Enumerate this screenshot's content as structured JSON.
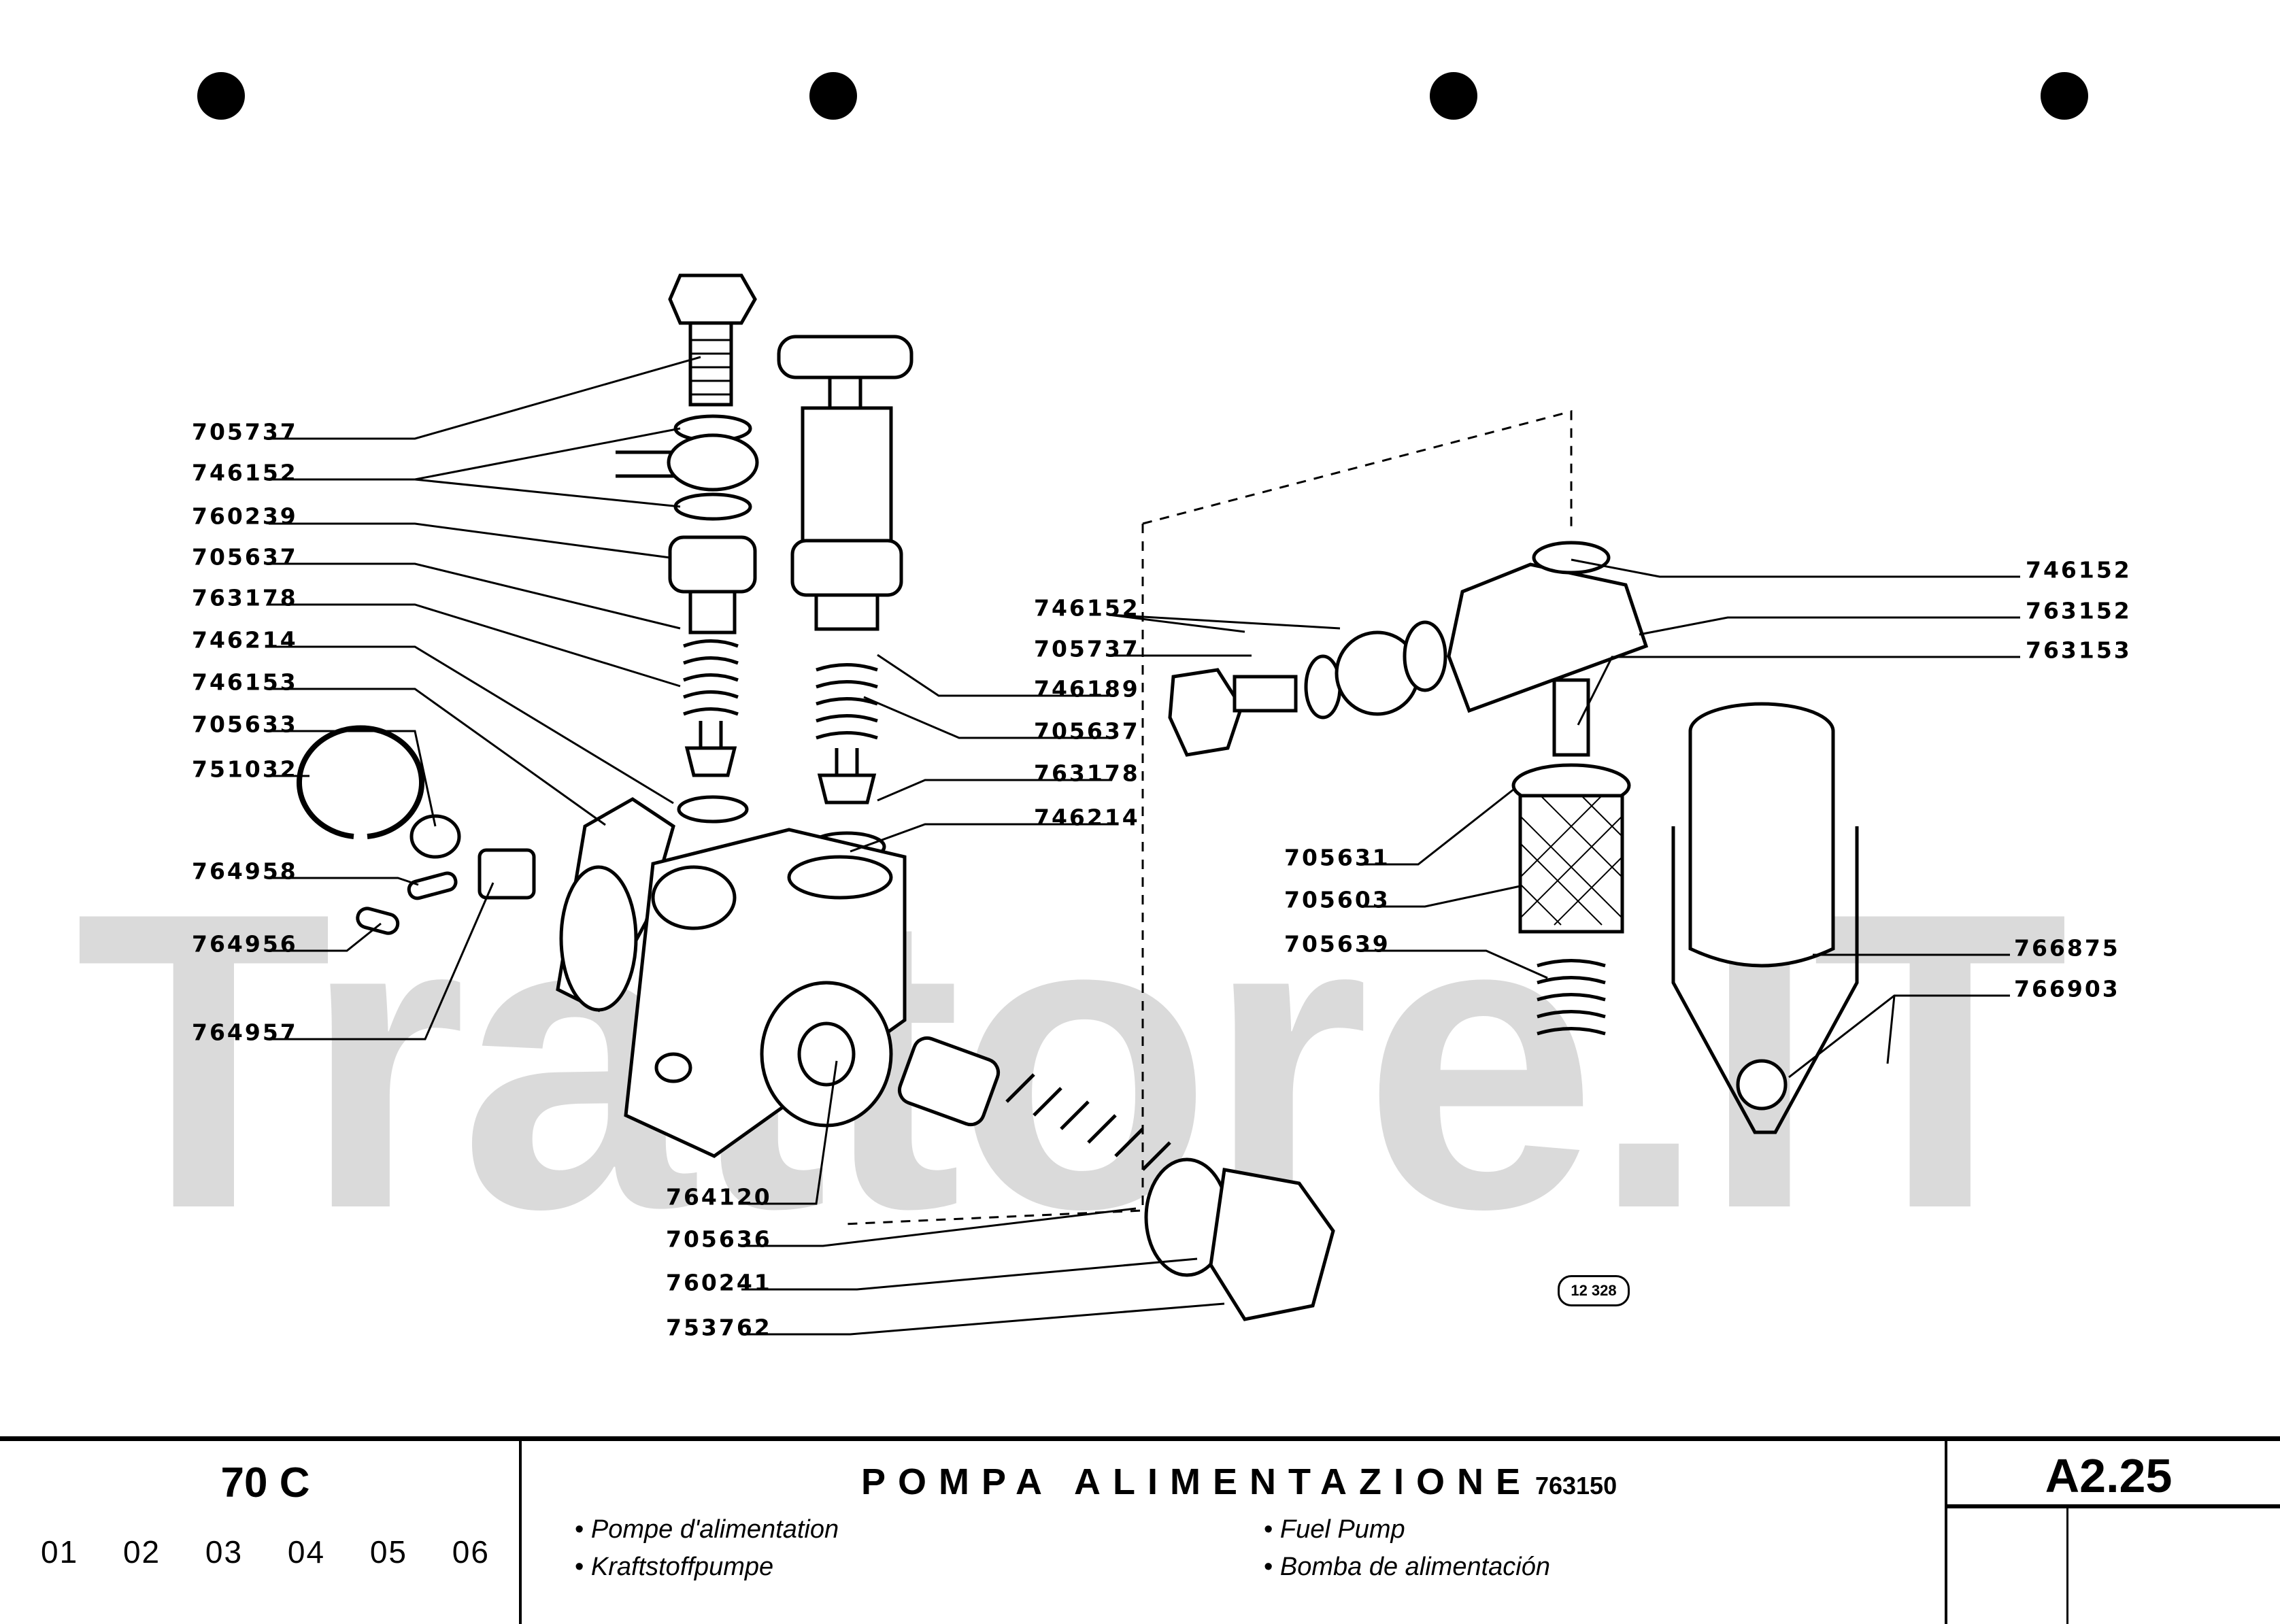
{
  "watermark": "Trattore.IT",
  "diagram": {
    "drawing_number": "12 328",
    "labels_left": [
      "705737",
      "746152",
      "760239",
      "705637",
      "763178",
      "746214",
      "746153",
      "705633",
      "751032",
      "764958",
      "764956",
      "764957"
    ],
    "labels_center": [
      "746152",
      "705737",
      "746189",
      "705637",
      "763178",
      "746214"
    ],
    "labels_right_top": [
      "746152",
      "763152",
      "763153"
    ],
    "labels_filter": [
      "705631",
      "705603",
      "705639"
    ],
    "labels_bowl": [
      "766875",
      "766903"
    ],
    "labels_bottom": [
      "764120",
      "705636",
      "760241",
      "753762"
    ]
  },
  "title_block": {
    "model": "70 C",
    "variants": [
      "01",
      "02",
      "03",
      "04",
      "05",
      "06"
    ],
    "title": "POMPA ALIMENTAZIONE",
    "part_code": "763150",
    "translations": {
      "fr": "Pompe d'alimentation",
      "de": "Kraftstoffpumpe",
      "en": "Fuel Pump",
      "es": "Bomba de alimentación"
    },
    "page_ref": "A2.25"
  }
}
